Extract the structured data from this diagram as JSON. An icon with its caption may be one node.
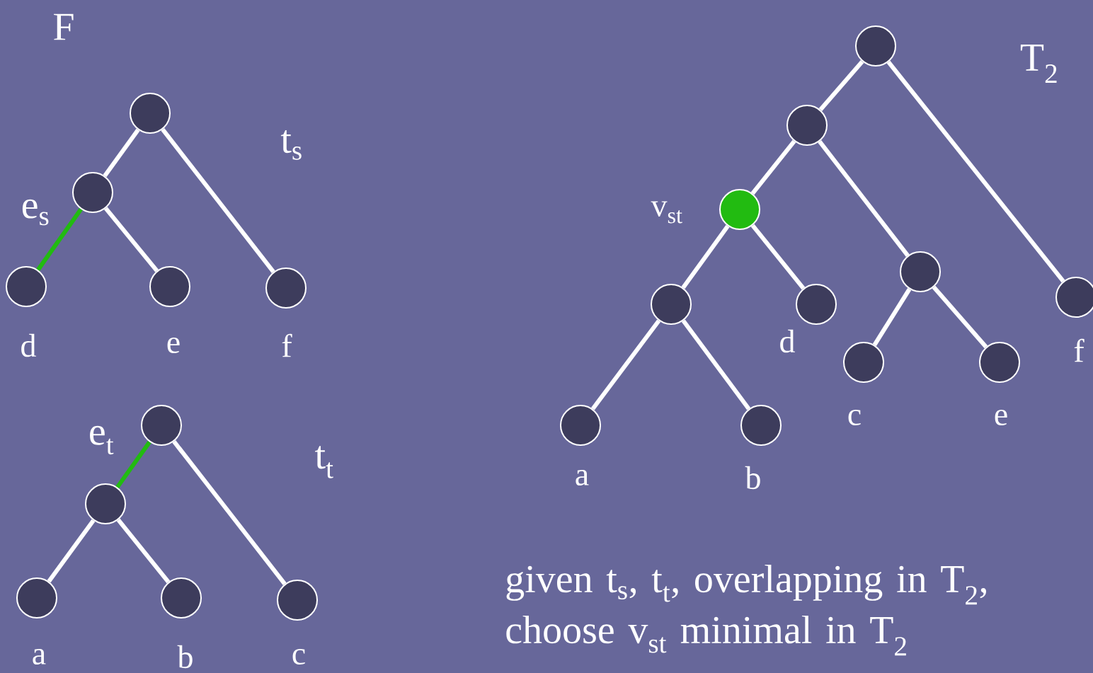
{
  "diagram": {
    "nodes": [
      {
        "text": [],
        "shape": "circle"
      },
      {
        "text": [],
        "shape": "circle"
      },
      {
        "text": [],
        "shape": "circle",
        "beside": [
          "d"
        ]
      },
      {
        "text": [],
        "shape": "circle",
        "beside": [
          "e"
        ]
      },
      {
        "text": [],
        "shape": "circle",
        "beside": [
          "f"
        ]
      },
      {
        "text": [],
        "shape": "circle"
      },
      {
        "text": [],
        "shape": "circle"
      },
      {
        "text": [],
        "shape": "circle",
        "beside": [
          "a"
        ]
      },
      {
        "text": [],
        "shape": "circle",
        "beside": [
          "b"
        ]
      },
      {
        "text": [],
        "shape": "circle",
        "beside": [
          "c"
        ]
      },
      {
        "text": [],
        "shape": "circle"
      },
      {
        "text": [],
        "shape": "circle"
      },
      {
        "text": [],
        "shape": "circle",
        "beside": [
          "v$_{st}$"
        ]
      },
      {
        "text": [],
        "shape": "circle"
      },
      {
        "text": [],
        "shape": "circle",
        "beside": [
          "d"
        ]
      },
      {
        "text": [],
        "shape": "circle",
        "beside": [
          "a"
        ]
      },
      {
        "text": [],
        "shape": "circle",
        "beside": [
          "b"
        ]
      },
      {
        "text": [],
        "shape": "circle"
      },
      {
        "text": [],
        "shape": "circle",
        "beside": [
          "c"
        ]
      },
      {
        "text": [],
        "shape": "circle",
        "beside": [
          "e"
        ]
      },
      {
        "text": [],
        "shape": "circle",
        "beside": [
          "f"
        ]
      }
    ],
    "edges": [
      {
        "from": 0,
        "to": 1,
        "arrow": "none"
      },
      {
        "from": 1,
        "to": 2,
        "arrow": "none",
        "label": "e$_{s}$",
        "color": "#22bb11"
      },
      {
        "from": 1,
        "to": 3,
        "arrow": "none"
      },
      {
        "from": 0,
        "to": 4,
        "arrow": "none"
      },
      {
        "from": 5,
        "to": 6,
        "arrow": "none",
        "label": "e$_{t}$",
        "color": "#22bb11"
      },
      {
        "from": 6,
        "to": 7,
        "arrow": "none"
      },
      {
        "from": 6,
        "to": 8,
        "arrow": "none"
      },
      {
        "from": 5,
        "to": 9,
        "arrow": "none"
      },
      {
        "from": 10,
        "to": 11,
        "arrow": "none"
      },
      {
        "from": 10,
        "to": 20,
        "arrow": "none"
      },
      {
        "from": 11,
        "to": 12,
        "arrow": "none"
      },
      {
        "from": 11,
        "to": 17,
        "arrow": "none"
      },
      {
        "from": 12,
        "to": 13,
        "arrow": "none"
      },
      {
        "from": 12,
        "to": 14,
        "arrow": "none"
      },
      {
        "from": 13,
        "to": 15,
        "arrow": "none"
      },
      {
        "from": 13,
        "to": 16,
        "arrow": "none"
      },
      {
        "from": 17,
        "to": 18,
        "arrow": "none"
      },
      {
        "from": 17,
        "to": 19,
        "arrow": "none"
      }
    ],
    "labels": [
      "F",
      "t$_{s}$",
      "t$_{t}$",
      "T$_{2}$",
      "given t$_{s}$, t$_{t}$, overlapping in T$_{2}$, choose v$_{st}$ minimal in T$_{2}$"
    ]
  }
}
